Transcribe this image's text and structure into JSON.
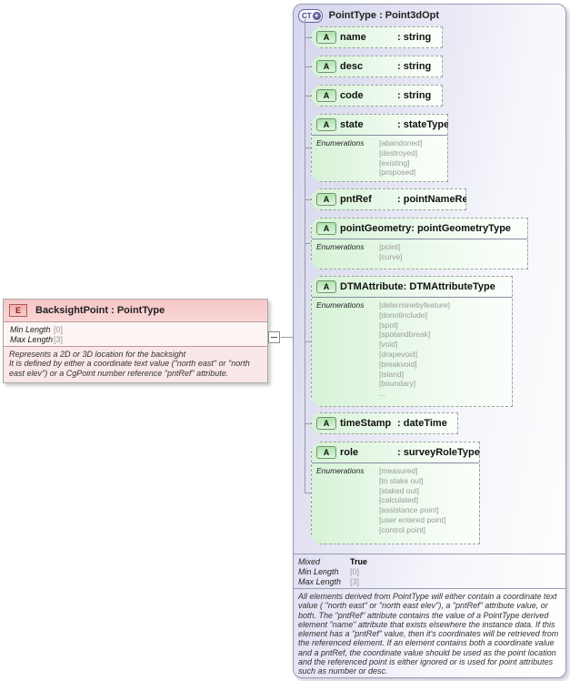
{
  "colors": {
    "panel_lavender": "#d6d6ee",
    "attribute_green": "#d7f2d7",
    "attribute_icon_green": "#aee3ae",
    "element_pink": "#f6c6c6",
    "element_icon_pink": "#f0b0b0",
    "ct_icon_purple": "#5b5b96",
    "enum_value_gray": "#9a9a9a"
  },
  "element": {
    "icon": "E",
    "title": "BacksightPoint : PointType",
    "facets": [
      {
        "label": "Min Length",
        "value": "[0]"
      },
      {
        "label": "Max Length",
        "value": "[3]"
      }
    ],
    "annotation_line1": "Represents a 2D or 3D location for the backsight",
    "annotation_line2": "It is defined by either a coordinate text value (\"north east\" or \"north east elev\") or a CgPoint number reference \"pntRef\" attribute."
  },
  "complex_type": {
    "icon": "CT",
    "icon_plus": "+",
    "title": "PointType : Point3dOpt",
    "attr_icon": "A",
    "enumerations_label": "Enumerations",
    "attributes": [
      {
        "name": "name",
        "type": ": string"
      },
      {
        "name": "desc",
        "type": ": string"
      },
      {
        "name": "code",
        "type": ": string"
      },
      {
        "name": "state",
        "type": ": stateType",
        "enums": [
          "[abandoned]",
          "[destroyed]",
          "[existing]",
          "[proposed]"
        ]
      },
      {
        "name": "pntRef",
        "type": ": pointNameRef"
      },
      {
        "name": "pointGeometry",
        "type": ": pointGeometryType",
        "enums": [
          "[point]",
          "[curve]"
        ]
      },
      {
        "name": "DTMAttribute",
        "type": ": DTMAttributeType",
        "enums": [
          "[determinebyfeature]",
          "[donotinclude]",
          "[spot]",
          "[spotandbreak]",
          "[void]",
          "[drapevoid]",
          "[breakvoid]",
          "[island]",
          "[boundary]",
          "..."
        ]
      },
      {
        "name": "timeStamp",
        "type": ": dateTime"
      },
      {
        "name": "role",
        "type": ": surveyRoleType",
        "enums": [
          "[measured]",
          "[to stake out]",
          "[staked out]",
          "[calculated]",
          "[assistance point]",
          "[user entered point]",
          "[control point]"
        ]
      }
    ],
    "facets": [
      {
        "label": "Mixed",
        "value": "True"
      },
      {
        "label": "Min Length",
        "value": "[0]"
      },
      {
        "label": "Max Length",
        "value": "[3]"
      }
    ],
    "annotation": "All elements derived from PointType will either contain a coordinate text value ( \"north east\" or \"north east elev\"), a \"pntRef\" attribute value, or both. The \"pntRef\" attribute contains the value of a PointType derived element \"name\" attribute that exists elsewhere the instance data. If this element has a \"pntRef\" value, then it's coordinates will be retrieved from the referenced element. If an element contains both a coordinate value and a pntRef, the coordinate value should be used as the point location and the referenced point is either ignored or is used for point attributes such as number or desc."
  }
}
